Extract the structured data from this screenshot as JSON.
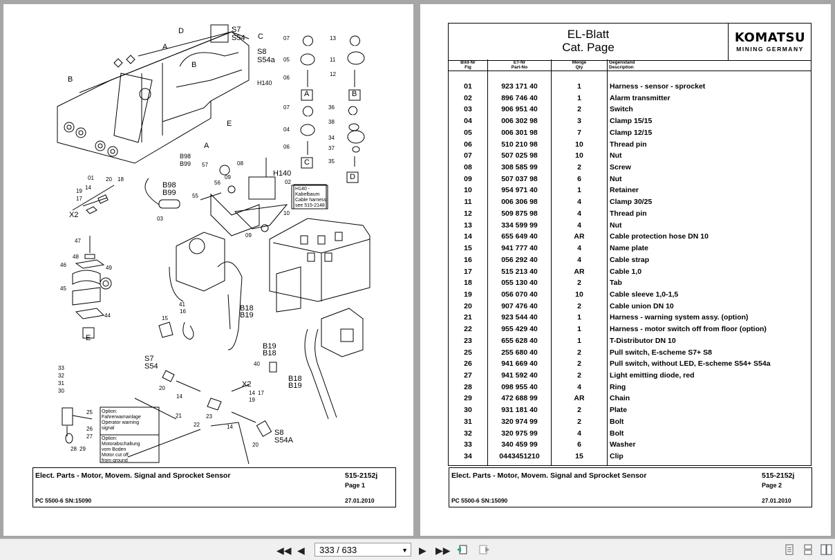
{
  "left_page": {
    "drawing_labels": {
      "views": [
        "A",
        "B",
        "C",
        "D",
        "E"
      ],
      "callouts_top": [
        "D",
        "S7",
        "S54",
        "C",
        "A",
        "B",
        "S8",
        "S54a",
        "B",
        "H140",
        "E",
        "A",
        "B98",
        "B99"
      ],
      "notes": {
        "h140": [
          "H140 -",
          "Kabelbaum",
          "Cable harness",
          "see 515-2148"
        ],
        "option1": [
          "Option:",
          "Fahrerwarnanlage",
          "Operator warning",
          "signal"
        ],
        "option2": [
          "Option:",
          "Motorabschaltung",
          "vom Boden",
          "Motor cut off",
          "from ground"
        ]
      }
    },
    "footer": {
      "title": "Elect. Parts - Motor, Movem. Signal and Sprocket Sensor",
      "code": "515-2152j",
      "page": "Page 1",
      "model": "PC 5500-6 SN:15090",
      "date": "27.01.2010"
    }
  },
  "right_page": {
    "header": {
      "title_line1": "EL-Blatt",
      "title_line2": "Cat. Page",
      "logo_main": "KOMATSU",
      "logo_sub": "MINING GERMANY"
    },
    "columns": {
      "fig": [
        "Bild-Nr",
        "Fig"
      ],
      "part": [
        "ET-Nr",
        "Part-No"
      ],
      "qty": [
        "Menge",
        "Qty"
      ],
      "desc": [
        "Gegenstand",
        "Description"
      ]
    },
    "rows": [
      {
        "fig": "01",
        "part": "923 171 40",
        "qty": "1",
        "desc": "Harness - sensor - sprocket"
      },
      {
        "fig": "02",
        "part": "896 746 40",
        "qty": "1",
        "desc": "Alarm transmitter"
      },
      {
        "fig": "03",
        "part": "906 951 40",
        "qty": "2",
        "desc": "Switch"
      },
      {
        "fig": "04",
        "part": "006 302 98",
        "qty": "3",
        "desc": "Clamp 15/15"
      },
      {
        "fig": "05",
        "part": "006 301 98",
        "qty": "7",
        "desc": "Clamp 12/15"
      },
      {
        "fig": "06",
        "part": "510 210 98",
        "qty": "10",
        "desc": "Thread pin"
      },
      {
        "fig": "07",
        "part": "507 025 98",
        "qty": "10",
        "desc": "Nut"
      },
      {
        "fig": "08",
        "part": "308 585 99",
        "qty": "2",
        "desc": "Screw"
      },
      {
        "fig": "09",
        "part": "507 037 98",
        "qty": "6",
        "desc": "Nut"
      },
      {
        "fig": "10",
        "part": "954 971 40",
        "qty": "1",
        "desc": "Retainer"
      },
      {
        "fig": "11",
        "part": "006 306 98",
        "qty": "4",
        "desc": "Clamp 30/25"
      },
      {
        "fig": "12",
        "part": "509 875 98",
        "qty": "4",
        "desc": "Thread pin"
      },
      {
        "fig": "13",
        "part": "334 599 99",
        "qty": "4",
        "desc": "Nut"
      },
      {
        "fig": "14",
        "part": "655 649 40",
        "qty": "AR",
        "desc": "Cable protection hose DN 10"
      },
      {
        "fig": "15",
        "part": "941 777 40",
        "qty": "4",
        "desc": "Name plate"
      },
      {
        "fig": "16",
        "part": "056 292 40",
        "qty": "4",
        "desc": "Cable strap"
      },
      {
        "fig": "17",
        "part": "515 213 40",
        "qty": "AR",
        "desc": "Cable 1,0"
      },
      {
        "fig": "18",
        "part": "055 130 40",
        "qty": "2",
        "desc": "Tab"
      },
      {
        "fig": "19",
        "part": "056 070 40",
        "qty": "10",
        "desc": "Cable sleeve 1,0-1,5"
      },
      {
        "fig": "20",
        "part": "907 476 40",
        "qty": "2",
        "desc": "Cable union DN 10"
      },
      {
        "fig": "21",
        "part": "923 544 40",
        "qty": "1",
        "desc": "Harness - warning system assy.  (option)"
      },
      {
        "fig": "22",
        "part": "955 429 40",
        "qty": "1",
        "desc": "Harness - motor switch off from floor (option)"
      },
      {
        "fig": "23",
        "part": "655 628 40",
        "qty": "1",
        "desc": "T-Distributor DN 10"
      },
      {
        "fig": "25",
        "part": "255 680 40",
        "qty": "2",
        "desc": "Pull switch, E-scheme S7+ S8"
      },
      {
        "fig": "26",
        "part": "941 669 40",
        "qty": "2",
        "desc": "Pull switch, without LED, E-scheme S54+ S54a"
      },
      {
        "fig": "27",
        "part": "941 592 40",
        "qty": "2",
        "desc": "Light emitting diode, red"
      },
      {
        "fig": "28",
        "part": "098 955 40",
        "qty": "4",
        "desc": "Ring"
      },
      {
        "fig": "29",
        "part": "472 688 99",
        "qty": "AR",
        "desc": "Chain"
      },
      {
        "fig": "30",
        "part": "931 181 40",
        "qty": "2",
        "desc": "Plate"
      },
      {
        "fig": "31",
        "part": "320 974 99",
        "qty": "2",
        "desc": "Bolt"
      },
      {
        "fig": "32",
        "part": "320 975 99",
        "qty": "4",
        "desc": "Bolt"
      },
      {
        "fig": "33",
        "part": "340 459 99",
        "qty": "6",
        "desc": "Washer"
      },
      {
        "fig": "34",
        "part": "0443451210",
        "qty": "15",
        "desc": "Clip"
      }
    ],
    "footer": {
      "title": "Elect. Parts - Motor, Movem. Signal and Sprocket Sensor",
      "code": "515-2152j",
      "page": "Page 2",
      "model": "PC 5500-6 SN:15090",
      "date": "27.01.2010"
    }
  },
  "toolbar": {
    "page_display": "333 / 633",
    "icons": [
      "first-page-icon",
      "prev-page-icon",
      "next-page-icon",
      "last-page-icon",
      "prev-view-icon",
      "next-view-icon",
      "single-page-icon",
      "continuous-icon",
      "facing-icon"
    ]
  }
}
